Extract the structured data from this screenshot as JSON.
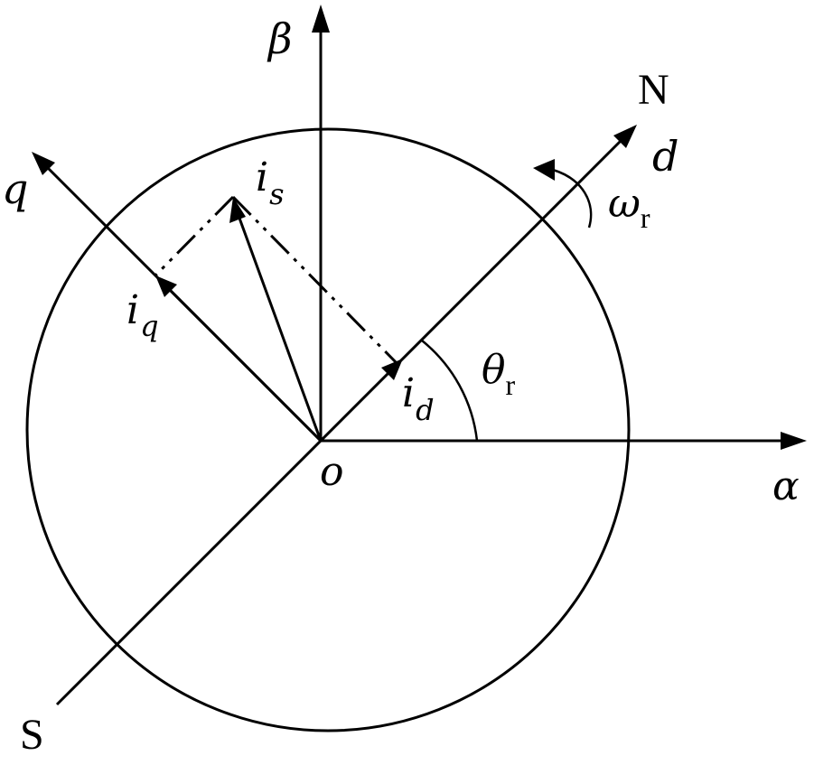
{
  "labels": {
    "beta": "β",
    "alpha": "α",
    "q": "q",
    "d": "d",
    "north": "N",
    "south": "S",
    "origin": "o",
    "is_main": "i",
    "is_sub": "s",
    "iq_main": "i",
    "iq_sub": "q",
    "id_main": "i",
    "id_sub": "d",
    "theta_main": "θ",
    "theta_sub": "r",
    "omega_main": "ω",
    "omega_sub": "r"
  }
}
